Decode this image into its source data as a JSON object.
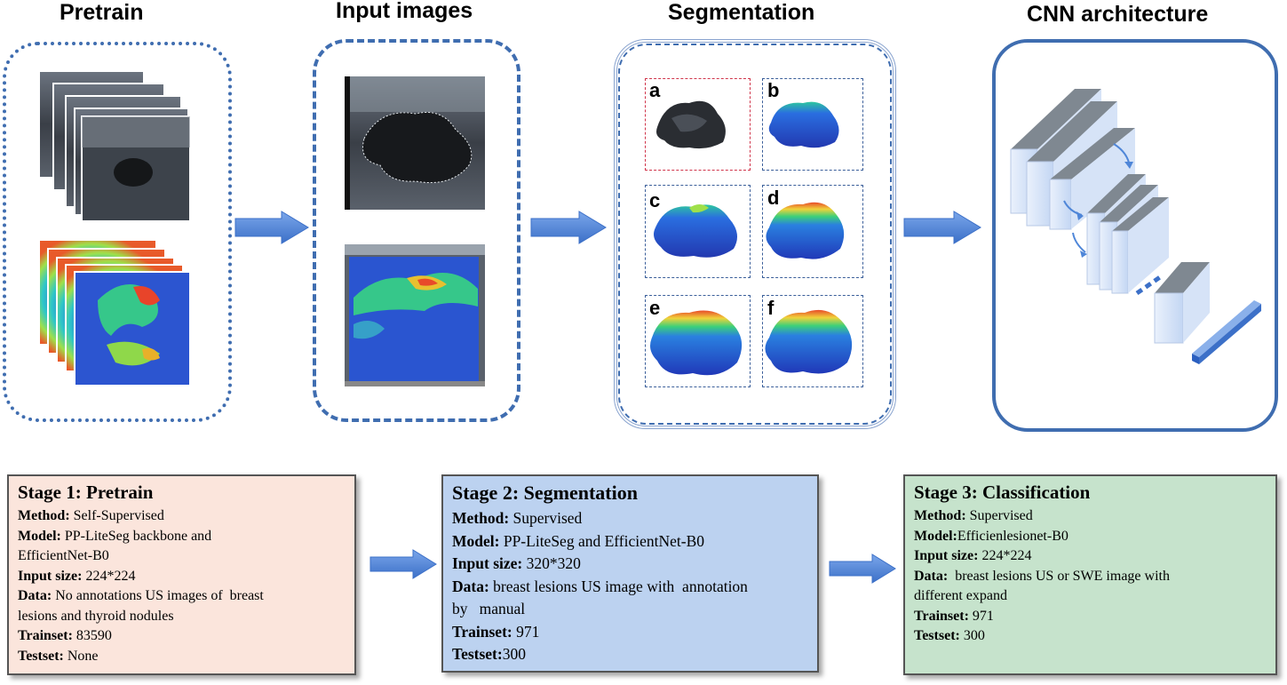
{
  "titles": {
    "pretrain": "Pretrain",
    "input_images": "Input images",
    "segmentation": "Segmentation",
    "cnn": "CNN architecture"
  },
  "segmentation_labels": [
    "a",
    "b",
    "c",
    "d",
    "e",
    "f"
  ],
  "stage1": {
    "heading": "Stage 1: Pretrain",
    "rows": [
      {
        "key": "Method:",
        "value": " Self-Supervised"
      },
      {
        "key": "Model:",
        "value": " PP-LiteSeg backbone and"
      },
      {
        "key": "",
        "value": "EfficientNet-B0"
      },
      {
        "key": "Input size:",
        "value": " 224*224"
      },
      {
        "key": "Data:",
        "value": " No annotations US images of  breast"
      },
      {
        "key": "",
        "value": "lesions and thyroid nodules"
      },
      {
        "key": "Trainset:",
        "value": " 83590"
      },
      {
        "key": "Testset:",
        "value": " None"
      }
    ]
  },
  "stage2": {
    "heading": "Stage 2: Segmentation",
    "rows": [
      {
        "key": "Method:",
        "value": " Supervised"
      },
      {
        "key": "Model:",
        "value": " PP-LiteSeg and EfficientNet-B0"
      },
      {
        "key": "Input size:",
        "value": " 320*320"
      },
      {
        "key": "Data:",
        "value": " breast lesions US image with  annotation"
      },
      {
        "key": "",
        "value": "by   manual"
      },
      {
        "key": "Trainset:",
        "value": " 971"
      },
      {
        "key": "Testset:",
        "value": "300"
      }
    ]
  },
  "stage3": {
    "heading": "Stage 3: Classification",
    "rows": [
      {
        "key": "Method:",
        "value": " Supervised"
      },
      {
        "key": "Model:",
        "value": "Efficienlesionet-B0"
      },
      {
        "key": "Input size:",
        "value": " 224*224"
      },
      {
        "key": "Data:",
        "value": "  breast lesions US or SWE image with"
      },
      {
        "key": "",
        "value": "different expand"
      },
      {
        "key": "Trainset:",
        "value": " 971"
      },
      {
        "key": "Testset:",
        "value": " 300"
      }
    ]
  },
  "colors": {
    "panel_blue": "#3f6db0",
    "arrow_blue": "#4f86d8",
    "stage1_bg": "#fbe5dc",
    "stage2_bg": "#bcd2f0",
    "stage3_bg": "#c6e3cc",
    "seg_red": "#d0344a"
  }
}
